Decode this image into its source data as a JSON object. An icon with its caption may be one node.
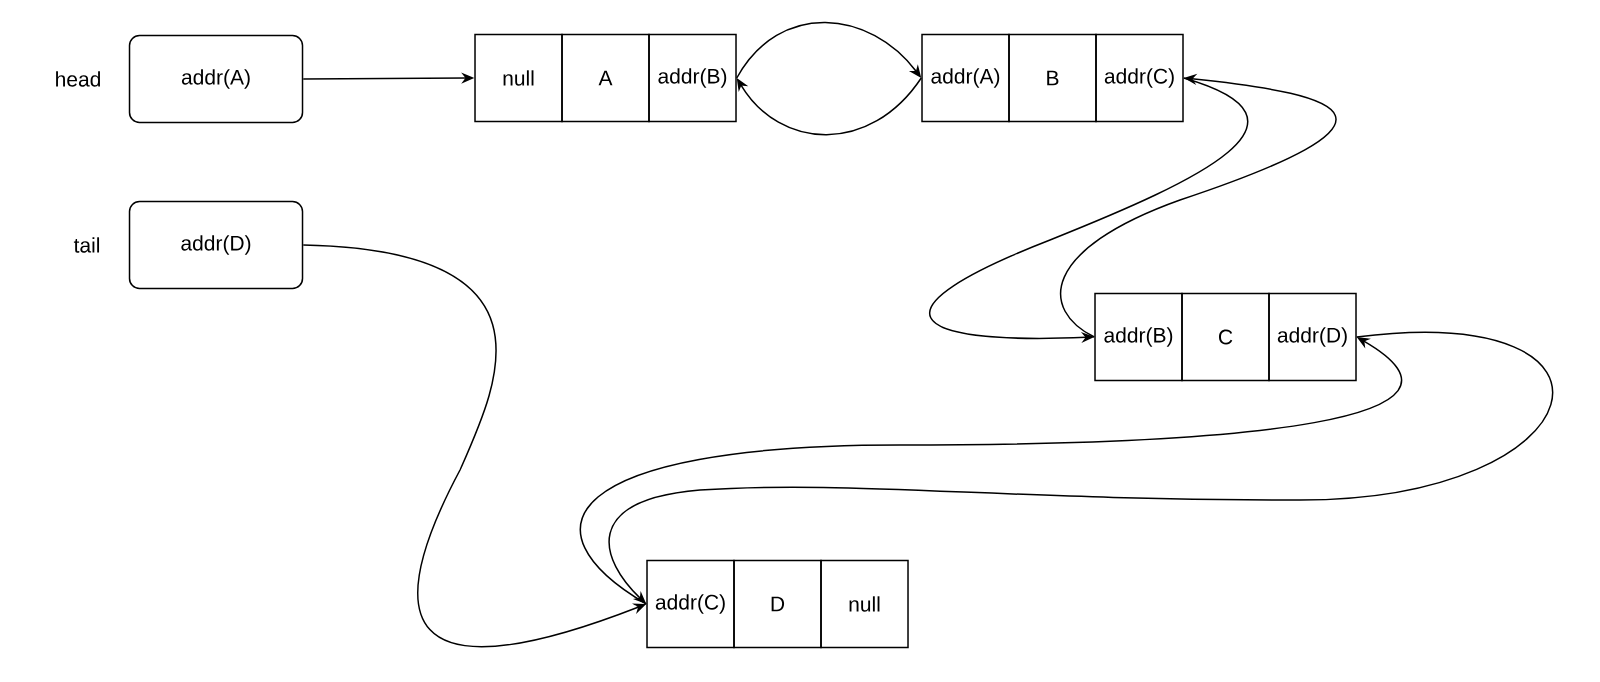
{
  "diagram": {
    "nodes": [
      {
        "text": [
          "addr(A)"
        ]
      },
      {
        "text": [
          "addr(D)"
        ]
      },
      {
        "text": [
          "null"
        ]
      },
      {
        "text": [
          "A"
        ]
      },
      {
        "text": [
          "addr(B)"
        ]
      },
      {
        "text": [
          "addr(A)"
        ]
      },
      {
        "text": [
          "B"
        ]
      },
      {
        "text": [
          "addr(C)"
        ]
      },
      {
        "text": [
          "addr(B)"
        ]
      },
      {
        "text": [
          "C"
        ]
      },
      {
        "text": [
          "addr(D)"
        ]
      },
      {
        "text": [
          "addr(C)"
        ]
      },
      {
        "text": [
          "D"
        ]
      },
      {
        "text": [
          "null"
        ]
      }
    ],
    "edges": [
      {
        "from": 0,
        "to": 2,
        "arrow": "to"
      },
      {
        "from": 4,
        "to": 5,
        "arrow": "to"
      },
      {
        "from": 5,
        "to": 4,
        "arrow": "to"
      },
      {
        "from": 7,
        "to": 8,
        "arrow": "to"
      },
      {
        "from": 8,
        "to": 7,
        "arrow": "to"
      },
      {
        "from": 10,
        "to": 11,
        "arrow": "to"
      },
      {
        "from": 11,
        "to": 10,
        "arrow": "to"
      },
      {
        "from": 1,
        "to": 11,
        "arrow": "to"
      }
    ],
    "labels": [
      "head",
      "tail"
    ]
  }
}
